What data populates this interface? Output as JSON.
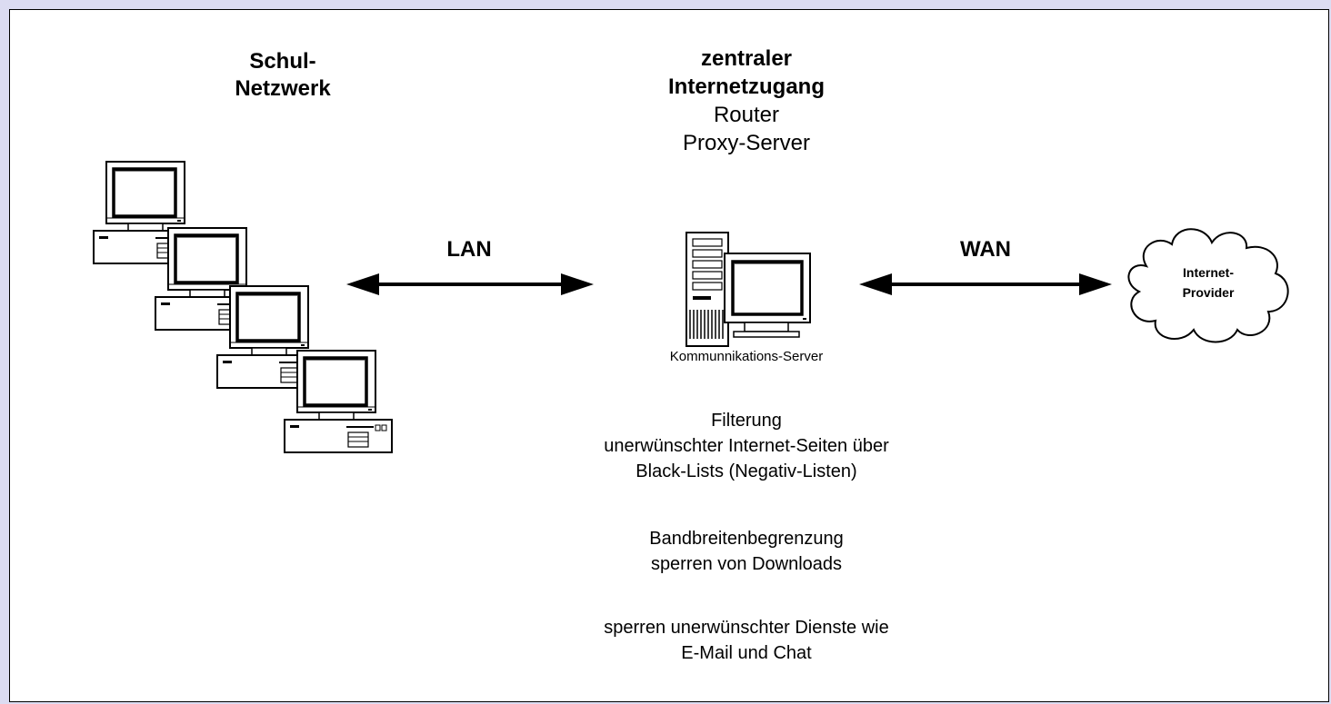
{
  "school": {
    "title_line1": "Schul-",
    "title_line2": "Netzwerk"
  },
  "gateway": {
    "title_line1": "zentraler",
    "title_line2": "Internetzugang",
    "sub_line1": "Router",
    "sub_line2": "Proxy-Server",
    "server_caption": "Kommunnikations-Server"
  },
  "links": {
    "lan": "LAN",
    "wan": "WAN"
  },
  "cloud": {
    "line1": "Internet-",
    "line2": "Provider"
  },
  "features": {
    "filter_line1": "Filterung",
    "filter_line2": "unerwünschter Internet-Seiten über",
    "filter_line3": "Black-Lists (Negativ-Listen)",
    "bandwidth_line1": "Bandbreitenbegrenzung",
    "bandwidth_line2": "sperren von Downloads",
    "services_line1": "sperren unerwünschter Dienste wie",
    "services_line2": "E-Mail und Chat"
  },
  "colors": {
    "page_background": "#dcdcf2",
    "canvas_background": "#ffffff",
    "stroke": "#000000"
  }
}
